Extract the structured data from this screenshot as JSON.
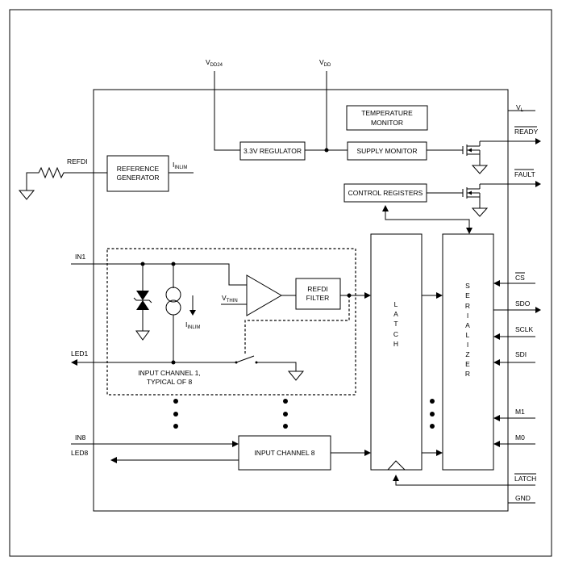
{
  "supplies": {
    "vdd24_main": "V",
    "vdd24_sub": "DD24",
    "vdd_main": "V",
    "vdd_sub": "DD"
  },
  "blocks": {
    "temperature_monitor": [
      "TEMPERATURE",
      "MONITOR"
    ],
    "regulator": "3.3V REGULATOR",
    "supply_monitor": "SUPPLY MONITOR",
    "control_registers": "CONTROL REGISTERS",
    "reference_generator": [
      "REFERENCE",
      "GENERATOR"
    ],
    "refdi_filter": [
      "REFDI",
      "FILTER"
    ],
    "latch": [
      "L",
      "A",
      "T",
      "C",
      "H"
    ],
    "serializer": [
      "S",
      "E",
      "R",
      "I",
      "A",
      "L",
      "I",
      "Z",
      "E",
      "R"
    ],
    "input_channel_8": "INPUT CHANNEL 8",
    "input_channel_1": [
      "INPUT CHANNEL 1,",
      "TYPICAL OF 8"
    ]
  },
  "signals": {
    "inlim_main": "I",
    "inlim_sub": "INLIM",
    "vthin_main": "V",
    "vthin_sub": "THIN"
  },
  "pins_left": {
    "refdi": "REFDI",
    "in1": "IN1",
    "led1": "LED1",
    "in8": "IN8",
    "led8": "LED8"
  },
  "pins_right": {
    "vl": "V",
    "vl_sub": "L",
    "ready": "READY",
    "fault": "FAULT",
    "cs": "CS",
    "sdo": "SDO",
    "sclk": "SCLK",
    "sdi": "SDI",
    "m1": "M1",
    "m0": "M0",
    "latch": "LATCH",
    "gnd": "GND"
  }
}
